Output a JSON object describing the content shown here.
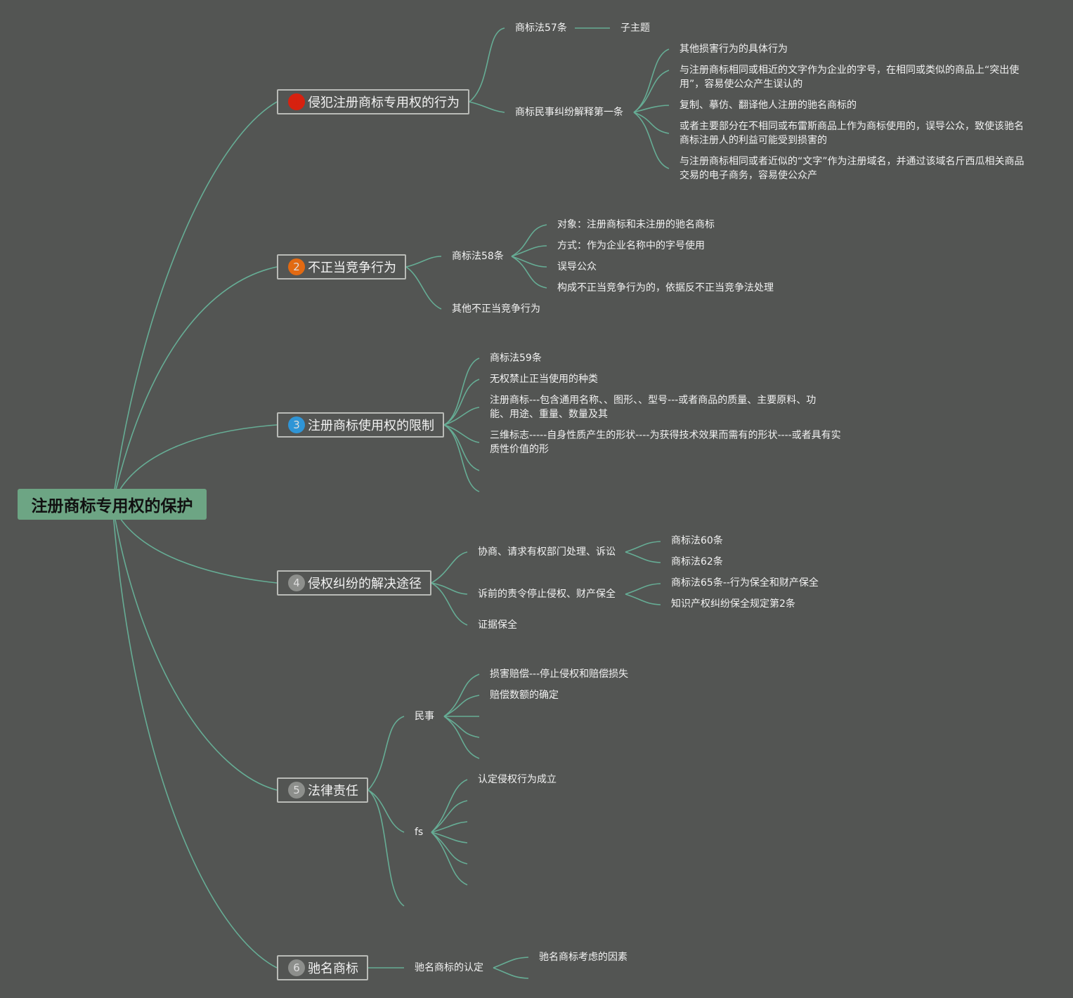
{
  "root": {
    "title": "注册商标专用权的保护"
  },
  "colors": {
    "background": "#535553",
    "connector": "#66ad95",
    "root_fill": "#6da584",
    "branch_border": "#b9bbb7",
    "marker1": "#d7210f",
    "marker2": "#e26a12",
    "marker3": "#2f95d6",
    "marker_gray": "#8d8f8c"
  },
  "branches": [
    {
      "marker": "1",
      "label": "侵犯注册商标专用权的行为",
      "children": [
        {
          "label": "商标法57条",
          "children": [
            {
              "label": "子主题"
            }
          ]
        },
        {
          "label": "商标民事纠纷解释第一条",
          "children": [
            {
              "label": "其他损害行为的具体行为"
            },
            {
              "label": "与注册商标相同或相近的文字作为企业的字号，在相同或类似的商品上“突出使用”，容易使公众产生误认的"
            },
            {
              "label": "复制、摹仿、翻译他人注册的驰名商标的"
            },
            {
              "label": "或者主要部分在不相同或布雷斯商品上作为商标使用的，误导公众，致使该驰名商标注册人的利益可能受到损害的"
            },
            {
              "label": "与注册商标相同或者近似的“文字”作为注册域名，并通过该域名斤西瓜相关商品交易的电子商务，容易使公众产"
            }
          ]
        }
      ]
    },
    {
      "marker": "2",
      "label": "不正当竞争行为",
      "children": [
        {
          "label": "商标法58条",
          "children": [
            {
              "label": "对象：注册商标和未注册的驰名商标"
            },
            {
              "label": "方式：作为企业名称中的字号使用"
            },
            {
              "label": "误导公众"
            },
            {
              "label": "构成不正当竞争行为的，依据反不正当竞争法处理"
            }
          ]
        },
        {
          "label": "其他不正当竞争行为"
        }
      ]
    },
    {
      "marker": "3",
      "label": "注册商标使用权的限制",
      "children": [
        {
          "label": "商标法59条"
        },
        {
          "label": "无权禁止正当使用的种类"
        },
        {
          "label": "注册商标---包含通用名称、、图形、、型号---或者商品的质量、主要原料、功能、用途、重量、数量及其"
        },
        {
          "label": "三维标志-----自身性质产生的形状----为获得技术效果而需有的形状----或者具有实质性价值的形"
        },
        {
          "label": ""
        },
        {
          "label": ""
        }
      ]
    },
    {
      "marker": "4",
      "label": "侵权纠纷的解决途径",
      "children": [
        {
          "label": "协商、请求有权部门处理、诉讼",
          "children": [
            {
              "label": "商标法60条"
            },
            {
              "label": "商标法62条"
            }
          ]
        },
        {
          "label": "诉前的责令停止侵权、财产保全",
          "children": [
            {
              "label": "商标法65条--行为保全和财产保全"
            },
            {
              "label": "知识产权纠纷保全规定第2条"
            }
          ]
        },
        {
          "label": "证据保全"
        }
      ]
    },
    {
      "marker": "5",
      "label": "法律责任",
      "children": [
        {
          "label": "民事",
          "children": [
            {
              "label": "损害赔偿---停止侵权和赔偿损失"
            },
            {
              "label": "赔偿数额的确定"
            },
            {
              "label": ""
            },
            {
              "label": ""
            },
            {
              "label": ""
            }
          ]
        },
        {
          "label": "fs",
          "children": [
            {
              "label": "认定侵权行为成立"
            },
            {
              "label": ""
            },
            {
              "label": ""
            },
            {
              "label": ""
            },
            {
              "label": ""
            },
            {
              "label": ""
            }
          ]
        },
        {
          "label": ""
        }
      ]
    },
    {
      "marker": "6",
      "label": "驰名商标",
      "children": [
        {
          "label": "驰名商标的认定",
          "children": [
            {
              "label": "驰名商标考虑的因素"
            },
            {
              "label": ""
            }
          ]
        }
      ]
    }
  ]
}
